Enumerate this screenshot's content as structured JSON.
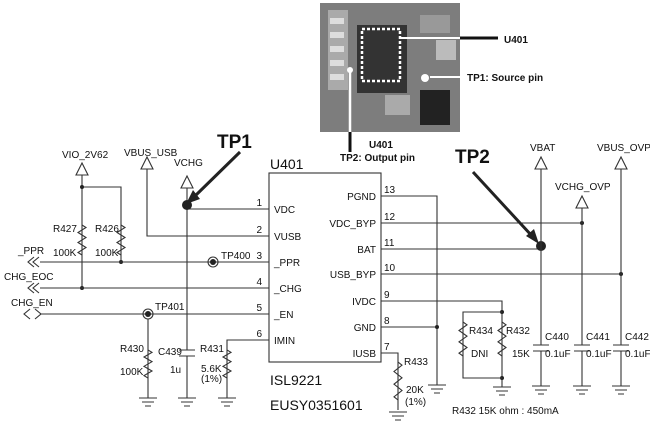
{
  "photo": {
    "labels": {
      "u401": "U401",
      "tp1": "TP1: Source pin",
      "u401_below": "U401",
      "tp2": "TP2: Output pin"
    }
  },
  "callouts": {
    "tp1": "TP1",
    "tp2": "TP2"
  },
  "ic": {
    "ref": "U401",
    "part": "ISL9221",
    "code": "EUSY0351601",
    "left_pins": [
      {
        "num": "1",
        "name": "VDC"
      },
      {
        "num": "2",
        "name": "VUSB"
      },
      {
        "num": "3",
        "name": "_PPR"
      },
      {
        "num": "4",
        "name": "_CHG"
      },
      {
        "num": "5",
        "name": "_EN"
      },
      {
        "num": "6",
        "name": "IMIN"
      }
    ],
    "right_pins": [
      {
        "num": "13",
        "name": "PGND"
      },
      {
        "num": "12",
        "name": "VDC_BYP"
      },
      {
        "num": "11",
        "name": "BAT"
      },
      {
        "num": "10",
        "name": "USB_BYP"
      },
      {
        "num": "9",
        "name": "IVDC"
      },
      {
        "num": "8",
        "name": "GND"
      },
      {
        "num": "7",
        "name": "IUSB"
      }
    ]
  },
  "nets": {
    "vio": "VIO_2V62",
    "vbus_usb": "VBUS_USB",
    "vchg": "VCHG",
    "ppr": "_PPR",
    "chg_eoc": "CHG_EOC",
    "chg_en": "CHG_EN",
    "vbat": "VBAT",
    "vchg_ovp": "VCHG_OVP",
    "vbus_ovp": "VBUS_OVP"
  },
  "testpoints": {
    "tp400": "TP400",
    "tp401": "TP401"
  },
  "components": {
    "r427": {
      "ref": "R427",
      "value": "100K"
    },
    "r426": {
      "ref": "R426",
      "value": "100K"
    },
    "r430": {
      "ref": "R430",
      "value": "100K"
    },
    "c439": {
      "ref": "C439",
      "value": "1u"
    },
    "r431": {
      "ref": "R431",
      "value": "5.6K",
      "tol": "(1%)"
    },
    "r433": {
      "ref": "R433",
      "value": "20K",
      "tol": "(1%)"
    },
    "r434": {
      "ref": "R434",
      "value": "DNI"
    },
    "r432": {
      "ref": "R432",
      "value": "15K"
    },
    "c440": {
      "ref": "C440",
      "value": "0.1uF"
    },
    "c441": {
      "ref": "C441",
      "value": "0.1uF"
    },
    "c442": {
      "ref": "C442",
      "value": "0.1uF"
    }
  },
  "note": "R432 15K ohm : 450mA"
}
